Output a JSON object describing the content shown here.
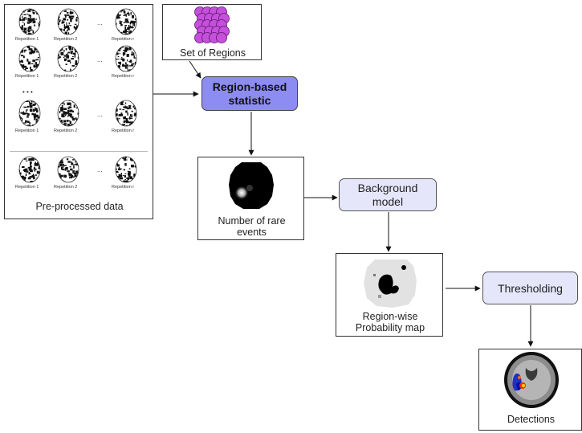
{
  "preprocessed": {
    "caption": "Pre-processed data",
    "rows": [
      [
        "Repetition 1",
        "Repetition 2",
        "Repetition r"
      ],
      [
        "Repetition 1",
        "Repetition 2",
        "Repetition r"
      ],
      [
        "Repetition 1",
        "Repetition 2",
        "Repetition r"
      ],
      [
        "Repetition 1",
        "Repetition 2",
        "Repetition r"
      ]
    ],
    "ellipsis_h": "...",
    "ellipsis_v": "• • •"
  },
  "regions": {
    "caption": "Set of Regions"
  },
  "stat": {
    "line1": "Region-based",
    "line2": "statistic"
  },
  "rare_events": {
    "line1": "Number of rare",
    "line2": "events"
  },
  "background_model": {
    "line1": "Background",
    "line2": "model"
  },
  "probability_map": {
    "line1": "Region-wise",
    "line2": "Probability map"
  },
  "thresholding": {
    "label": "Thresholding"
  },
  "detections": {
    "caption": "Detections"
  },
  "colors": {
    "stat_fill": "#8c8cf2",
    "model_fill": "#e6e6fb",
    "region_fill": "#c64fdc",
    "arrow": "#111111"
  }
}
